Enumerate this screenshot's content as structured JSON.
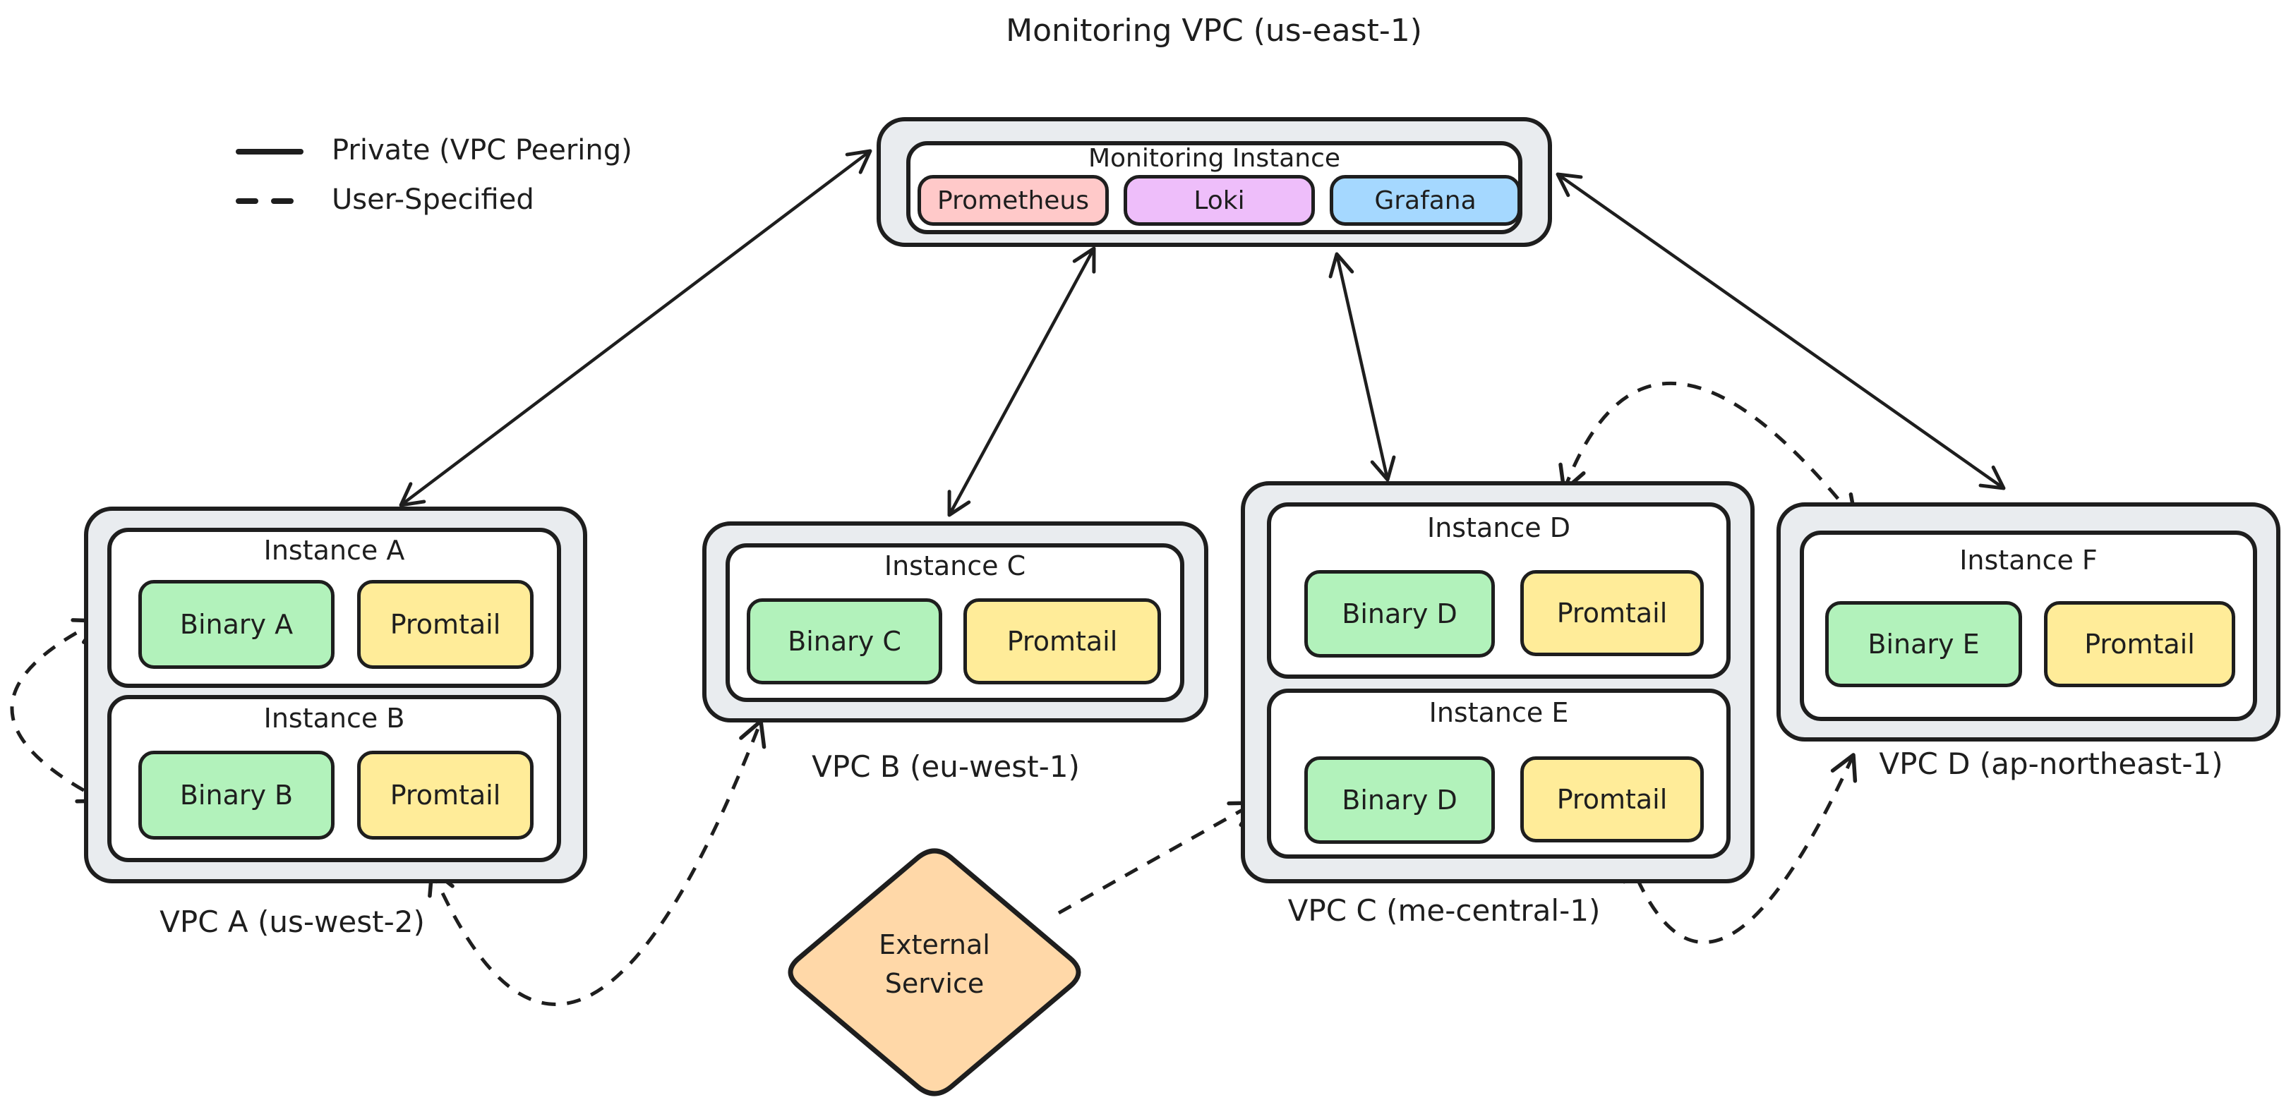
{
  "title": "Monitoring VPC (us-east-1)",
  "palette": {
    "stroke": "#1e1e1e",
    "container_fill": "#e9ecef",
    "binary_green": "#b2f2bb",
    "promtail_yellow": "#ffec99",
    "prometheus_red": "#ffc9c9",
    "loki_purple": "#eebefa",
    "grafana_blue": "#a5d8ff",
    "external_orange": "#ffd8a8"
  },
  "legend": {
    "items": [
      {
        "label": "Private (VPC Peering)",
        "style": "solid"
      },
      {
        "label": "User-Specified",
        "style": "dashed"
      }
    ]
  },
  "monitoring": {
    "instance_title": "Monitoring Instance",
    "components": [
      {
        "label": "Prometheus",
        "color": "#ffc9c9"
      },
      {
        "label": "Loki",
        "color": "#eebefa"
      },
      {
        "label": "Grafana",
        "color": "#a5d8ff"
      }
    ]
  },
  "vpcs": [
    {
      "label": "VPC A (us-west-2)",
      "instances": [
        {
          "title": "Instance A",
          "components": [
            {
              "label": "Binary A",
              "color": "#b2f2bb"
            },
            {
              "label": "Promtail",
              "color": "#ffec99"
            }
          ]
        },
        {
          "title": "Instance B",
          "components": [
            {
              "label": "Binary B",
              "color": "#b2f2bb"
            },
            {
              "label": "Promtail",
              "color": "#ffec99"
            }
          ]
        }
      ]
    },
    {
      "label": "VPC B (eu-west-1)",
      "instances": [
        {
          "title": "Instance C",
          "components": [
            {
              "label": "Binary C",
              "color": "#b2f2bb"
            },
            {
              "label": "Promtail",
              "color": "#ffec99"
            }
          ]
        }
      ]
    },
    {
      "label": "VPC C (me-central-1)",
      "instances": [
        {
          "title": "Instance D",
          "components": [
            {
              "label": "Binary D",
              "color": "#b2f2bb"
            },
            {
              "label": "Promtail",
              "color": "#ffec99"
            }
          ]
        },
        {
          "title": "Instance E",
          "components": [
            {
              "label": "Binary D",
              "color": "#b2f2bb"
            },
            {
              "label": "Promtail",
              "color": "#ffec99"
            }
          ]
        }
      ]
    },
    {
      "label": "VPC D (ap-northeast-1)",
      "instances": [
        {
          "title": "Instance F",
          "components": [
            {
              "label": "Binary E",
              "color": "#b2f2bb"
            },
            {
              "label": "Promtail",
              "color": "#ffec99"
            }
          ]
        }
      ]
    }
  ],
  "external_service": {
    "label_line1": "External",
    "label_line2": "Service",
    "color": "#ffd8a8"
  },
  "edges": [
    {
      "from": "monitoring-instance",
      "to": "vpc-a",
      "type": "private-vpc-peering",
      "bidirectional": true
    },
    {
      "from": "monitoring-instance",
      "to": "vpc-b",
      "type": "private-vpc-peering",
      "bidirectional": true
    },
    {
      "from": "monitoring-instance",
      "to": "vpc-c",
      "type": "private-vpc-peering",
      "bidirectional": true
    },
    {
      "from": "monitoring-instance",
      "to": "vpc-d",
      "type": "private-vpc-peering",
      "bidirectional": true
    },
    {
      "from": "instance-a",
      "to": "instance-b",
      "type": "user-specified",
      "bidirectional": true
    },
    {
      "from": "instance-b",
      "to": "instance-c",
      "type": "user-specified",
      "bidirectional": true
    },
    {
      "from": "external-service",
      "to": "instance-e",
      "type": "user-specified",
      "bidirectional": false
    },
    {
      "from": "vpc-c",
      "to": "vpc-d",
      "type": "user-specified",
      "bidirectional": true
    },
    {
      "from": "instance-e",
      "to": "vpc-d",
      "type": "user-specified",
      "bidirectional": true
    }
  ]
}
